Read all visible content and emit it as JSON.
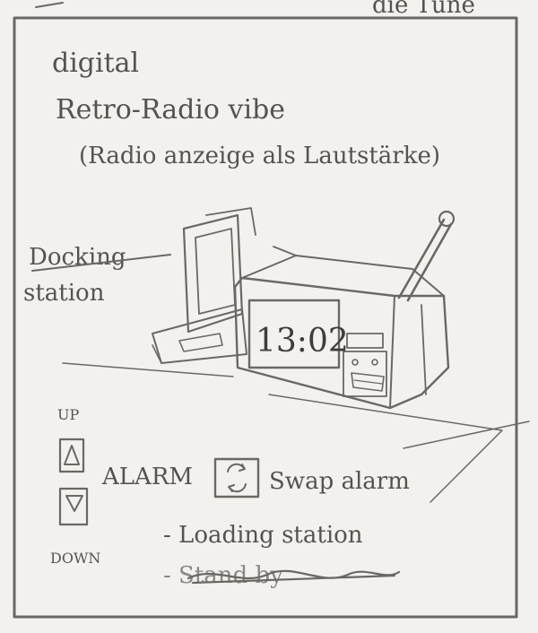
{
  "top_partial_text": "die Tune",
  "notes": {
    "line1": "digital",
    "line2": "Retro-Radio vibe",
    "line3": "(Radio anzeige als Lautstärke)"
  },
  "docking_label": {
    "line1": "Docking",
    "line2": "station"
  },
  "clock": {
    "time": "13:02"
  },
  "controls": {
    "up_label": "UP",
    "down_label": "DOWN",
    "alarm_label": "ALARM",
    "swap_alarm_label": "Swap alarm"
  },
  "list": {
    "item1": "- Loading station",
    "item2_crossed": "- Stand by"
  },
  "icons": {
    "up": "triangle-up-icon",
    "down": "triangle-down-icon",
    "swap": "cycle-arrows-icon"
  }
}
